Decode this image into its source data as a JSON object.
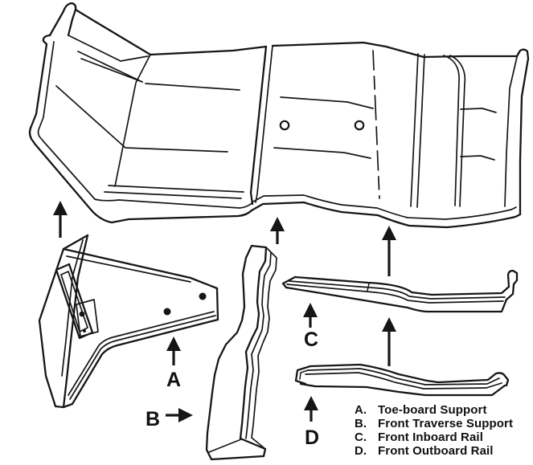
{
  "figure": {
    "background": "#ffffff",
    "ink": "#161616",
    "callouts": {
      "a": "A",
      "b": "B",
      "c": "C",
      "d": "D"
    },
    "legend": {
      "items": [
        {
          "key": "A.",
          "label": "Toe-board Support"
        },
        {
          "key": "B.",
          "label": "Front Traverse Support"
        },
        {
          "key": "C.",
          "label": "Front Inboard Rail"
        },
        {
          "key": "D.",
          "label": "Front Outboard Rail"
        }
      ]
    }
  }
}
